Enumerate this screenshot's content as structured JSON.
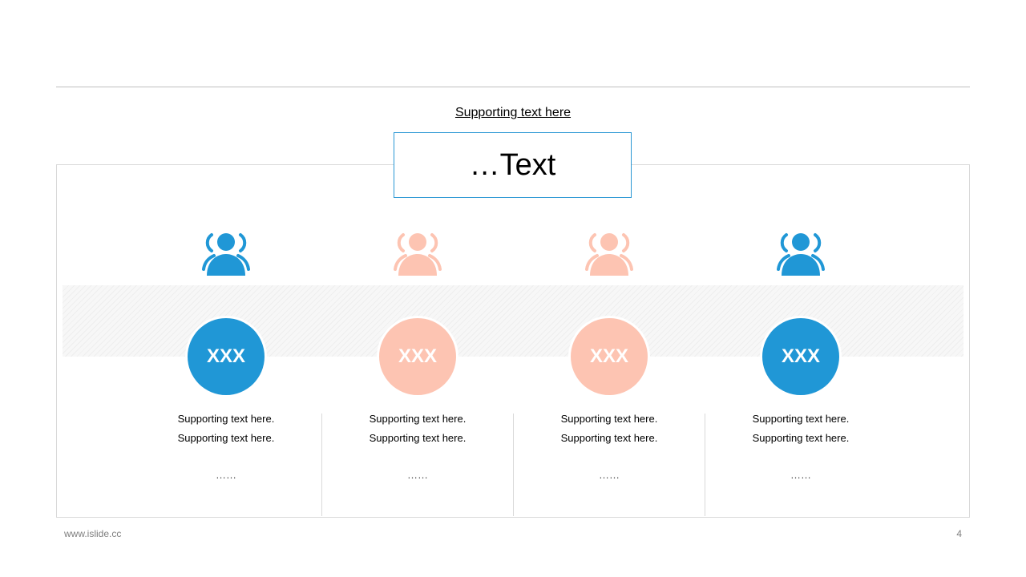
{
  "subtitle": "Supporting text here",
  "title": "…Text",
  "colors": {
    "blue": "#2097d6",
    "peach": "#fdc4b2",
    "frame": "#d9d9d9"
  },
  "items": [
    {
      "label": "XXX",
      "line1": "Supporting  text here.",
      "line2": "Supporting  text here.",
      "more": "……",
      "color": "#2097d6",
      "icon": "users-icon"
    },
    {
      "label": "XXX",
      "line1": "Supporting  text here.",
      "line2": "Supporting  text here.",
      "more": "……",
      "color": "#fdc4b2",
      "icon": "users-icon"
    },
    {
      "label": "XXX",
      "line1": "Supporting  text here.",
      "line2": "Supporting  text here.",
      "more": "……",
      "color": "#fdc4b2",
      "icon": "users-icon"
    },
    {
      "label": "XXX",
      "line1": "Supporting  text here.",
      "line2": "Supporting  text here.",
      "more": "……",
      "color": "#2097d6",
      "icon": "users-icon"
    }
  ],
  "footer": {
    "url": "www.islide.cc",
    "page": "4"
  }
}
